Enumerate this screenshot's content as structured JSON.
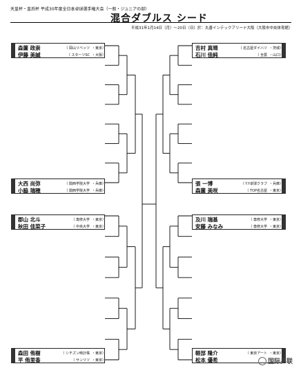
{
  "header": {
    "small": "天皇杯・皇后杯 平成30年度全日本卓球選手権大会（一般・ジュニアの部）",
    "title": "混合ダブルス シード",
    "date": "平成31年1月14日（月）〜20日（日）於：丸善インテックアリーナ大阪（大阪市中央体育館）"
  },
  "teams": [
    {
      "side": "left",
      "players": [
        {
          "name": "森薗 政崇",
          "club": "岡山リベッツ",
          "pref": "東京"
        },
        {
          "name": "伊藤 美誠",
          "club": "スターツSC",
          "pref": "大阪"
        }
      ]
    },
    {
      "side": "left",
      "players": [
        {
          "name": "大西 尚弥",
          "club": "関西学院大学",
          "pref": "兵庫"
        },
        {
          "name": "小脇 瑞穂",
          "club": "関西学院大学",
          "pref": "兵庫"
        }
      ]
    },
    {
      "side": "left",
      "players": [
        {
          "name": "郡山 北斗",
          "club": "専修大学",
          "pref": "東京"
        },
        {
          "name": "秋田 佳菜子",
          "club": "中央大学",
          "pref": "東京"
        }
      ]
    },
    {
      "side": "left",
      "players": [
        {
          "name": "森田 侑樹",
          "club": "シチズン時計株",
          "pref": "東京"
        },
        {
          "name": "平 侑里香",
          "club": "サンリツ",
          "pref": "東京"
        }
      ]
    },
    {
      "side": "right",
      "players": [
        {
          "name": "吉村 真晴",
          "club": "名古屋ダイハツ",
          "pref": "茨城"
        },
        {
          "name": "石川 佳純",
          "club": "全農",
          "pref": "山口"
        }
      ]
    },
    {
      "side": "right",
      "players": [
        {
          "name": "張 一博",
          "club": "Y.Y卓球クラブ",
          "pref": "兵庫"
        },
        {
          "name": "森薗 美咲",
          "club": "TOP名古屋",
          "pref": "東京"
        }
      ]
    },
    {
      "side": "right",
      "players": [
        {
          "name": "及川 瑞基",
          "club": "専修大学",
          "pref": "東京"
        },
        {
          "name": "安藤 みなみ",
          "club": "専修大学",
          "pref": "東京"
        }
      ]
    },
    {
      "side": "right",
      "players": [
        {
          "name": "軽部 隆介",
          "club": "東京アート",
          "pref": "東京"
        },
        {
          "name": "松本 優希",
          "club": "",
          "pref": ""
        }
      ]
    }
  ],
  "watermark": "国际乒联"
}
